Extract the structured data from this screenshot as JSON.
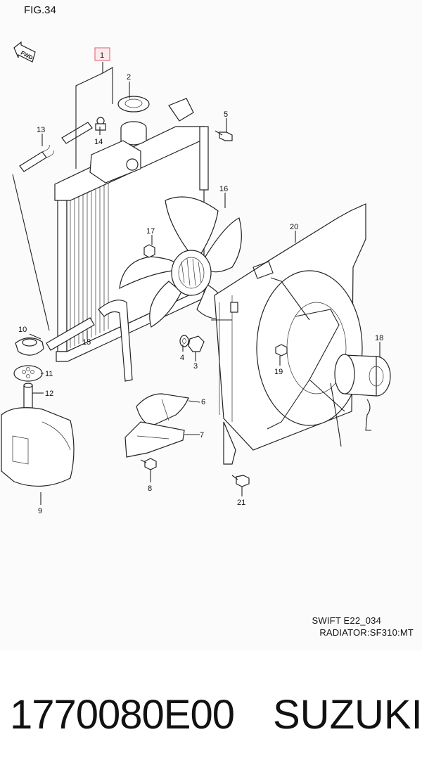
{
  "figure": {
    "title": "FIG.34",
    "fwd_label": "FWD",
    "callouts": [
      "1",
      "2",
      "3",
      "4",
      "5",
      "6",
      "7",
      "8",
      "9",
      "10",
      "11",
      "12",
      "13",
      "14",
      "15",
      "16",
      "17",
      "18",
      "19",
      "20",
      "21"
    ],
    "highlighted_callout": "1",
    "highlight_color": "#e05a6a"
  },
  "caption": {
    "model": "SWIFT E22_034",
    "section": "RADIATOR:SF310:MT"
  },
  "footer": {
    "part_number": "1770080E00",
    "brand": "SUZUKI"
  }
}
